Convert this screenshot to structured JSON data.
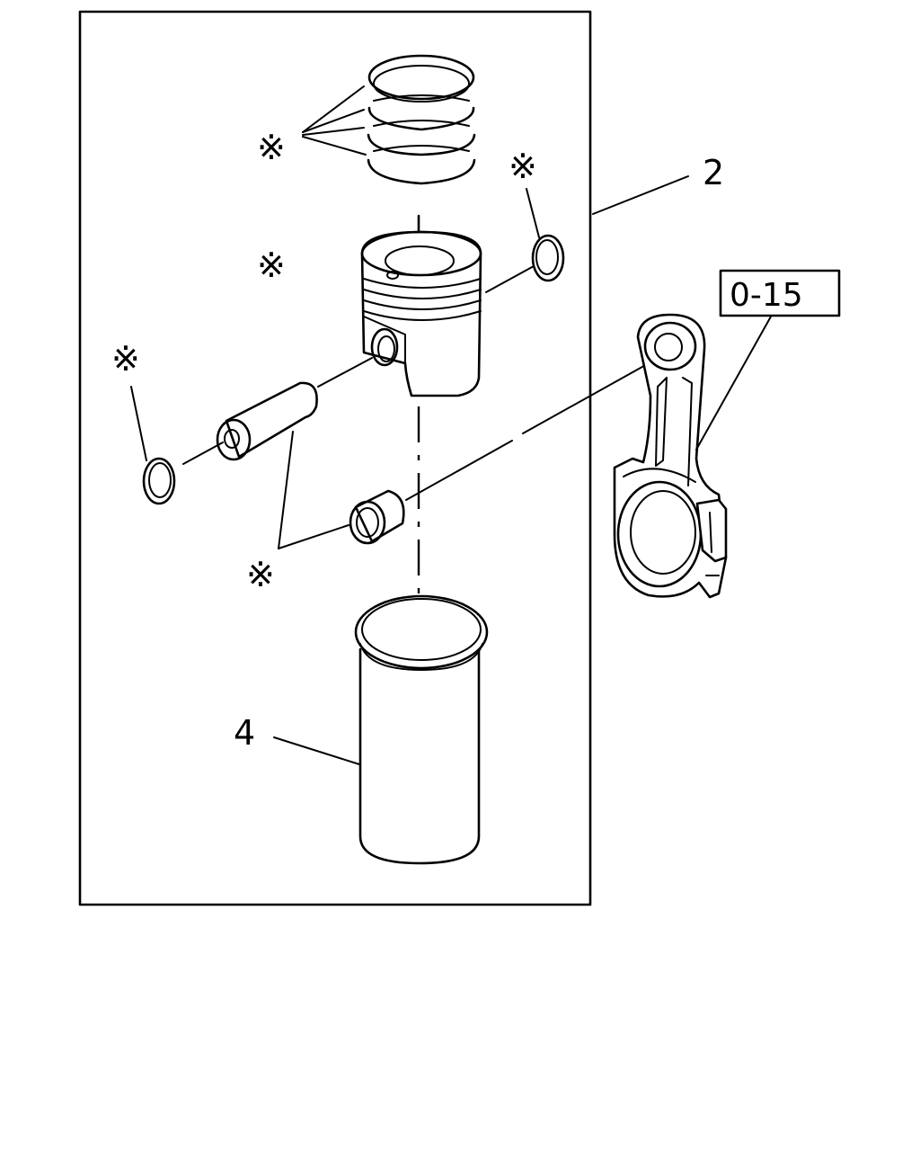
{
  "callouts": {
    "piston_assembly": "2",
    "cylinder_liner": "4",
    "connecting_rod_ref": "0-15"
  },
  "marks": {
    "symbol": "※"
  }
}
